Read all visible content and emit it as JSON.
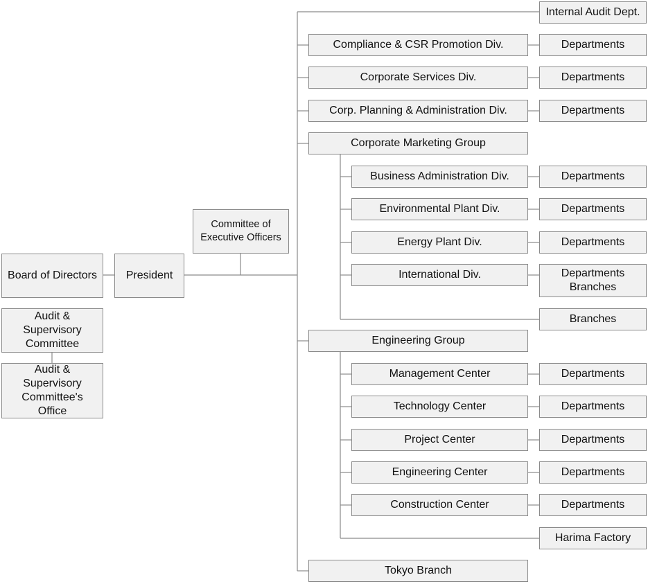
{
  "org_chart": {
    "board": "Board of Directors",
    "president": "President",
    "committee_exec": "Committee of\nExecutive Officers",
    "audit_committee": "Audit &\nSupervisory\nCommittee",
    "audit_office": "Audit &\nSupervisory\nCommittee's\nOffice",
    "internal_audit": "Internal Audit Dept.",
    "compliance": "Compliance & CSR Promotion Div.",
    "corp_services": "Corporate Services Div.",
    "corp_planning": "Corp. Planning & Administration Div.",
    "corp_marketing": "Corporate Marketing Group",
    "business_admin": "Business Administration Div.",
    "env_plant": "Environmental Plant Div.",
    "energy_plant": "Energy Plant Div.",
    "international": "International Div.",
    "engineering_group": "Engineering Group",
    "management_center": "Management Center",
    "technology_center": "Technology Center",
    "project_center": "Project Center",
    "engineering_center": "Engineering Center",
    "construction_center": "Construction Center",
    "tokyo_branch": "Tokyo Branch",
    "departments": "Departments",
    "departments_branches": "Departments\nBranches",
    "branches": "Branches",
    "harima_factory": "Harima Factory"
  }
}
